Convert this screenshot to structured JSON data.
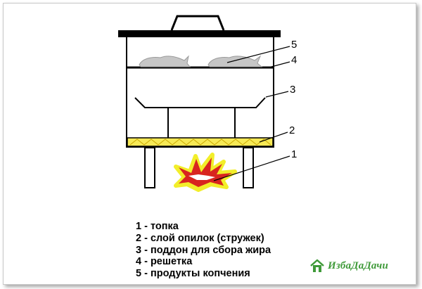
{
  "callouts": [
    "5",
    "4",
    "3",
    "2",
    "1"
  ],
  "legend": [
    "1 - топка",
    "2 - слой опилок (стружек)",
    "3 - поддон для сбора жира",
    "4 - решетка",
    "5 - продукты копчения"
  ],
  "logo": {
    "text": "ИзбаДаДачи",
    "icon": "house-icon"
  },
  "colors": {
    "outline": "#000000",
    "sawdust": "#f7ea56",
    "fire_outer": "#f2ee2a",
    "fire_inner": "#d8251f",
    "fish": "#c6c6c6",
    "logo": "#3f9a39"
  }
}
